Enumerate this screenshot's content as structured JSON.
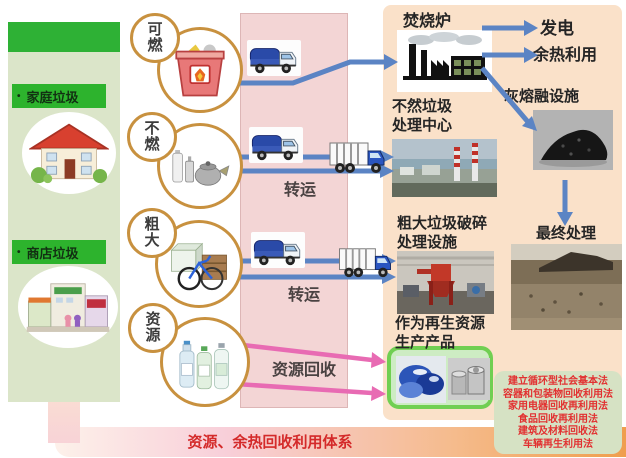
{
  "diagram_title_band": "资源、余热回收利用体系",
  "left_panel": {
    "sources": [
      {
        "bullet": "•",
        "label": "家庭垃圾",
        "illustration": "house"
      },
      {
        "bullet": "•",
        "label": "商店垃圾",
        "illustration": "shops"
      }
    ]
  },
  "categories": [
    {
      "label": "可\n燃",
      "icon": "burnable-bin-icon"
    },
    {
      "label": "不\n燃",
      "icon": "cans-kettle-icon"
    },
    {
      "label": "粗\n大",
      "icon": "bicycle-furniture-icon"
    },
    {
      "label": "资\n源",
      "icon": "plastic-bottles-icon"
    }
  ],
  "transfer_band": {
    "transfer_label_1": "转运",
    "transfer_label_2": "转运",
    "recycle_label": "资源回收"
  },
  "right_panel": {
    "incinerator_label": "焚烧炉",
    "power_label": "发电",
    "heat_label": "余热利用",
    "ash_facility_label": "灰熔融设施",
    "noncombustible_center_label": "不然垃圾\n处理中心",
    "bulky_facility_label": "粗大垃圾破碎\n处理设施",
    "final_disposal_label": "最终处理",
    "recycled_products_label": "作为再生资源\n生产产品",
    "laws": [
      "建立循环型社会基本法",
      "容器和包装物回收利用法",
      "家用电器回收再利用法",
      "食品回收再利用法",
      "建筑及材料回收法",
      "车辆再生利用法"
    ]
  },
  "colors": {
    "flow_arrow_blue": "#5b84c4",
    "recycle_arrow_pink": "#e86bb3",
    "transfer_band_pink": "#f3d5d5",
    "process_panel_peach": "#fae1c9",
    "source_panel_green": "#dbe5c9",
    "source_header_green": "#2eb135",
    "source_label_green": "#2db32d",
    "circle_border_orange": "#c8913f",
    "laws_text_red": "#e23030",
    "band_text_red": "#d42a2a",
    "products_box_green": "#70cf52"
  }
}
